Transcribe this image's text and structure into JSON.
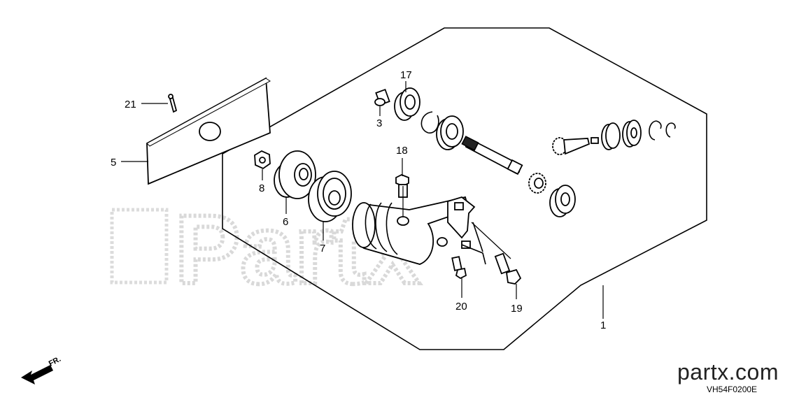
{
  "callouts": {
    "p1": "1",
    "p3": "3",
    "p5": "5",
    "p6": "6",
    "p7": "7",
    "p8": "8",
    "p17": "17",
    "p18": "18",
    "p19": "19",
    "p20": "20",
    "p21": "21"
  },
  "direction_label": "FR.",
  "brand": "partx.com",
  "diagram_code": "VH54F0200E",
  "watermark": "Partx"
}
